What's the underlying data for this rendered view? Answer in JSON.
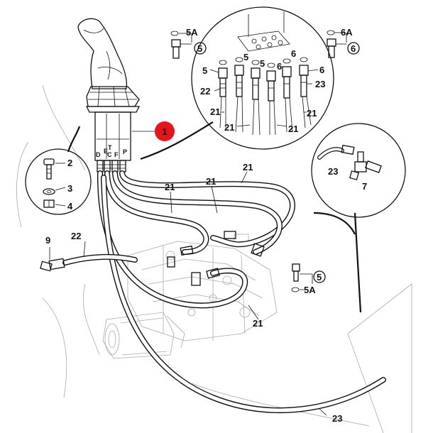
{
  "callouts": {
    "highlight": "1",
    "highlight_color": "#e8141c",
    "bolt": "2",
    "washer": "3",
    "nut": "4",
    "hose_main": "21",
    "hose_22": "22",
    "hose_23": "23",
    "fitting_5": "5",
    "fitting_5a": "5A",
    "fitting_6": "6",
    "fitting_6a": "6A",
    "tee_7": "7",
    "elbow_9": "9"
  },
  "port_letters": [
    "D",
    "E",
    "T",
    "C",
    "F",
    "P"
  ]
}
